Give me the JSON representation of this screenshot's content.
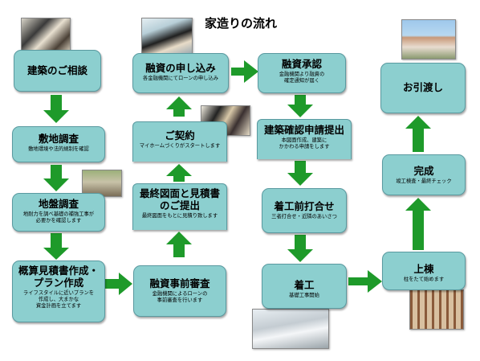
{
  "title": "家造りの流れ",
  "steps": {
    "s1": {
      "title": "建築のご相談",
      "desc": ""
    },
    "s2": {
      "title": "敷地調査",
      "desc": "敷地環境や法的規制を確認"
    },
    "s3": {
      "title": "地盤調査",
      "desc": "地耐力を調べ基礎の補強工事が\n必要かを確認します"
    },
    "s4": {
      "title": "概算見積書作成・\nプラン作成",
      "desc": "ライフスタイルに近いプランを\n作成し、大まかな\n資金計画を立てます"
    },
    "s5": {
      "title": "融資事前審査",
      "desc": "金融機関によるローンの\n事前審査を行います"
    },
    "s6": {
      "title": "最終図面と見積書\nのご提出",
      "desc": "最終図面をもとに見積り致します"
    },
    "s7": {
      "title": "ご契約",
      "desc": "マイホームづくりがスタートします"
    },
    "s8": {
      "title": "融資の申し込み",
      "desc": "各金融機関にてローンの申し込み"
    },
    "s9": {
      "title": "融資承認",
      "desc": "金融機関より融資の\n確定通知が届く"
    },
    "s10": {
      "title": "建築確認申請提出",
      "desc": "本図面作成、建築に\nかかわる申請をします"
    },
    "s11": {
      "title": "着工前打合せ",
      "desc": "三者打合せ・近隣のあいさつ"
    },
    "s12": {
      "title": "着工",
      "desc": "基礎工事開始"
    },
    "s13": {
      "title": "上棟",
      "desc": "柱をたて始めます"
    },
    "s14": {
      "title": "完成",
      "desc": "竣工検査・最終チェック"
    },
    "s15": {
      "title": "お引渡し",
      "desc": ""
    }
  },
  "colors": {
    "box": "#8ccfcf",
    "arrow": "#1e9a2a"
  },
  "photos": [
    "meeting-photo",
    "office-photo",
    "contract-photo",
    "survey-photo",
    "house-photo",
    "foundation-photo",
    "frame-photo"
  ]
}
